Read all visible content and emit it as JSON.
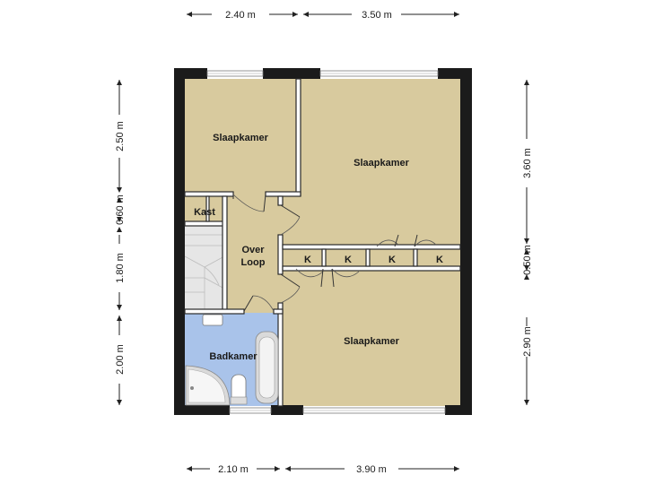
{
  "rooms": {
    "bedroom_small": "Slaapkamer",
    "bedroom_large_top": "Slaapkamer",
    "bedroom_bottom": "Slaapkamer",
    "closet": "Kast",
    "landing_line1": "Over",
    "landing_line2": "Loop",
    "bathroom": "Badkamer",
    "cupboard_label": "K"
  },
  "dimensions": {
    "top_left": "2.40 m",
    "top_right": "3.50 m",
    "bottom_left": "2.10 m",
    "bottom_right": "3.90 m",
    "left_1": "2.50 m",
    "left_2": "0.60 m",
    "left_3": "1.80 m",
    "left_4": "2.00 m",
    "right_1": "3.60 m",
    "right_2": "0.50 m",
    "right_3": "2.90 m"
  },
  "colors": {
    "room": "#d8ca9e",
    "bathroom": "#a9c3ea",
    "wall": "#1b1b1b"
  }
}
